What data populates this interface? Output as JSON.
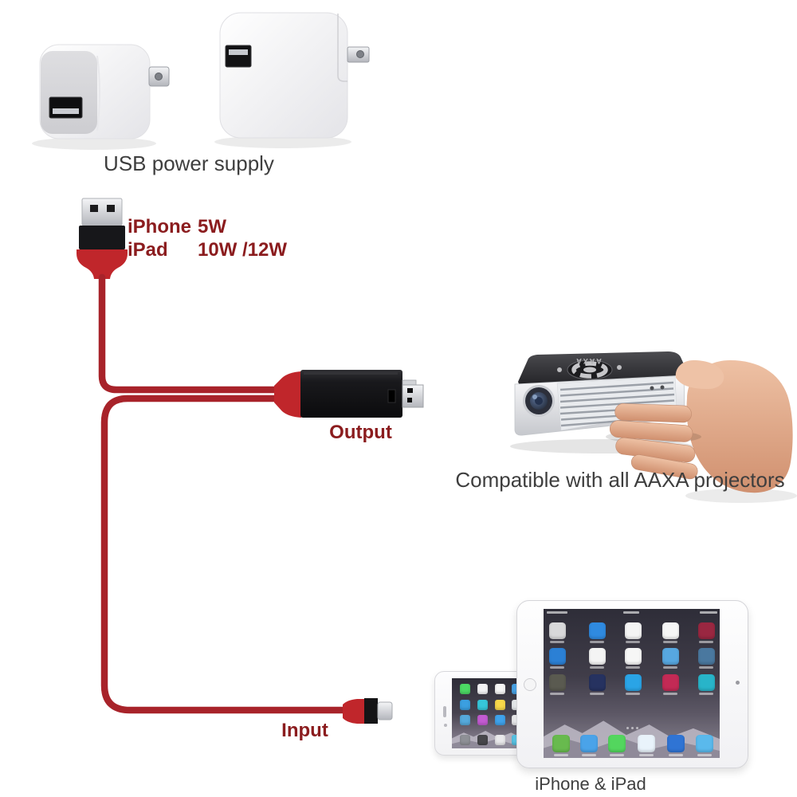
{
  "labels": {
    "power_supply": "USB power supply",
    "output": "Output",
    "input": "Input",
    "compatibility": "Compatible with all AAXA projectors",
    "devices": "iPhone & iPad"
  },
  "power_ratings": {
    "rows": [
      {
        "device": "iPhone",
        "watts": "5W"
      },
      {
        "device": "iPad",
        "watts": "10W /12W"
      }
    ]
  },
  "projector": {
    "logo": "AAXA"
  },
  "colors": {
    "cable_red": "#a8232a",
    "connector_red": "#c0262b",
    "label_red": "#8b1c1e",
    "label_gray": "#3e3e3e"
  },
  "ipad_screen": {
    "icon_rows": [
      [
        "#d8d8da",
        "#2f8ae0",
        "#f4f4f4",
        "#f6f6f6",
        "#9a2741"
      ],
      [
        "#2b80d5",
        "#f4f4f4",
        "#f6f6f6",
        "#57a7e0",
        "#4a789f"
      ],
      [
        "#5a5a50",
        "#263260",
        "#2aa4e6",
        "#c32a55",
        "#28b4c9"
      ]
    ],
    "dock": [
      "#68ba4e",
      "#4aa3e9",
      "#53d65e",
      "#e9f3fb",
      "#2f74d4",
      "#5ab9ec"
    ]
  },
  "iphone_screen": {
    "icon_rows": [
      [
        "#4cd964",
        "#f3f3f5",
        "#f6f6f6",
        "#4aa6ea"
      ],
      [
        "#3b9fe0",
        "#36c6d9",
        "#f8d84a",
        "#eceff2"
      ],
      [
        "#56a9db",
        "#c35bd1",
        "#3fa2ea",
        "#f0f0f2"
      ],
      [
        "#8e9096",
        "#47474b",
        "#e9e9eb",
        "#5bc8ea"
      ]
    ]
  }
}
